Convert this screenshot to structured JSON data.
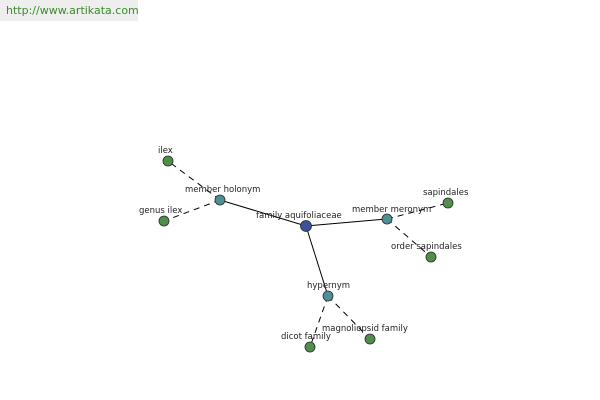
{
  "banner": {
    "url": "http://www.artikata.com"
  },
  "colors": {
    "center_node": "#3f4f9a",
    "relation_node": "#4f8f9a",
    "leaf_node": "#4f8f4a",
    "node_stroke": "#2a2a2a",
    "banner_bg": "#eeeeee",
    "banner_text": "#3a8a2a"
  },
  "graph": {
    "nodes": [
      {
        "id": "center",
        "label": "family aquifoliaceae",
        "kind": "center"
      },
      {
        "id": "holonym",
        "label": "member holonym",
        "kind": "relation"
      },
      {
        "id": "meronym",
        "label": "member meronym",
        "kind": "relation"
      },
      {
        "id": "hypernym",
        "label": "hypernym",
        "kind": "relation"
      },
      {
        "id": "ilex",
        "label": "ilex",
        "kind": "leaf"
      },
      {
        "id": "genus_ilex",
        "label": "genus ilex",
        "kind": "leaf"
      },
      {
        "id": "sapindales",
        "label": "sapindales",
        "kind": "leaf"
      },
      {
        "id": "order_sapindales",
        "label": "order sapindales",
        "kind": "leaf"
      },
      {
        "id": "dicot_family",
        "label": "dicot family",
        "kind": "leaf"
      },
      {
        "id": "magnoliopsid_family",
        "label": "magnoliopsid family",
        "kind": "leaf"
      }
    ],
    "edges": [
      {
        "from": "center",
        "to": "holonym",
        "style": "solid"
      },
      {
        "from": "center",
        "to": "meronym",
        "style": "solid"
      },
      {
        "from": "center",
        "to": "hypernym",
        "style": "solid"
      },
      {
        "from": "holonym",
        "to": "ilex",
        "style": "dashed"
      },
      {
        "from": "holonym",
        "to": "genus_ilex",
        "style": "dashed"
      },
      {
        "from": "meronym",
        "to": "sapindales",
        "style": "dashed"
      },
      {
        "from": "meronym",
        "to": "order_sapindales",
        "style": "dashed"
      },
      {
        "from": "hypernym",
        "to": "dicot_family",
        "style": "dashed"
      },
      {
        "from": "hypernym",
        "to": "magnoliopsid_family",
        "style": "dashed"
      }
    ]
  }
}
